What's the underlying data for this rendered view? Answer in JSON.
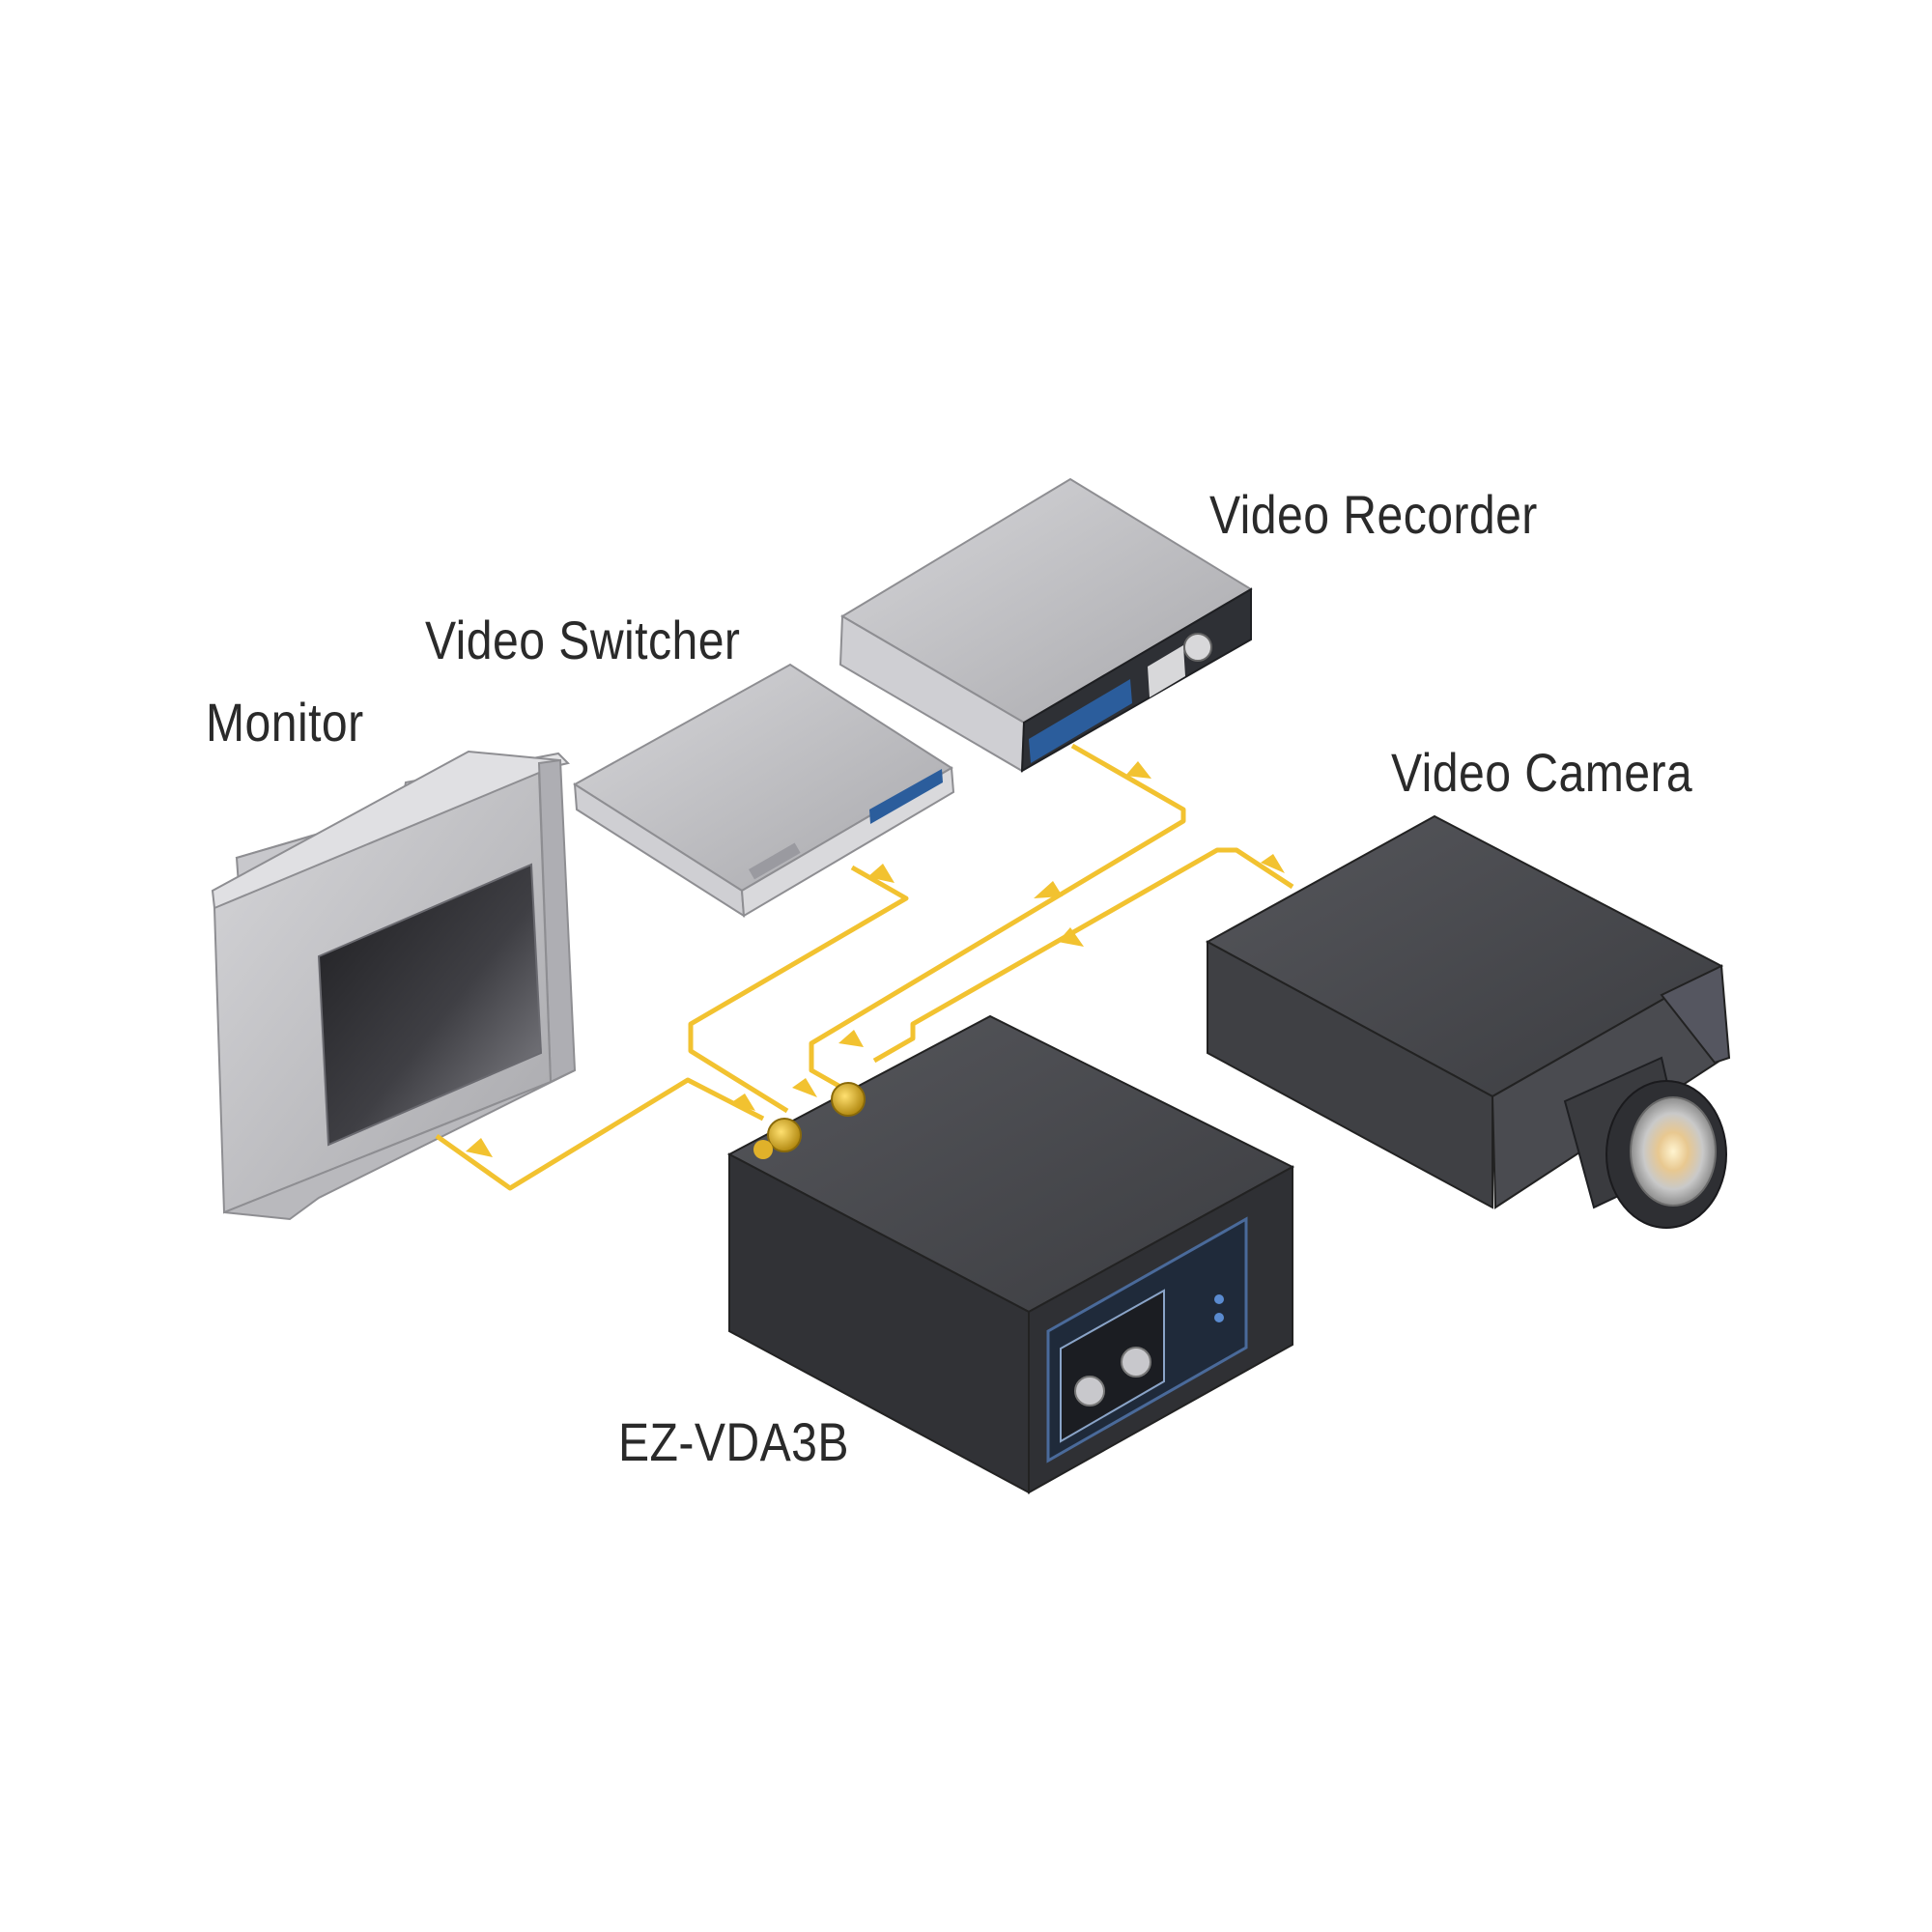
{
  "labels": {
    "monitor": "Monitor",
    "switcher": "Video Switcher",
    "recorder": "Video Recorder",
    "camera": "Video Camera",
    "distribution_amp": "EZ-VDA3B"
  },
  "colors": {
    "cable": "#f2c230",
    "text": "#2a2a2a",
    "device_gray": "#bcbcc0",
    "device_dark": "#3a3b3f",
    "screen": "#3c3c40",
    "panel_blue": "#2b5d9c"
  },
  "connections": [
    {
      "from": "distribution_amp",
      "to": "monitor"
    },
    {
      "from": "distribution_amp",
      "to": "switcher"
    },
    {
      "from": "distribution_amp",
      "to": "recorder"
    },
    {
      "from": "camera",
      "to": "distribution_amp"
    }
  ]
}
